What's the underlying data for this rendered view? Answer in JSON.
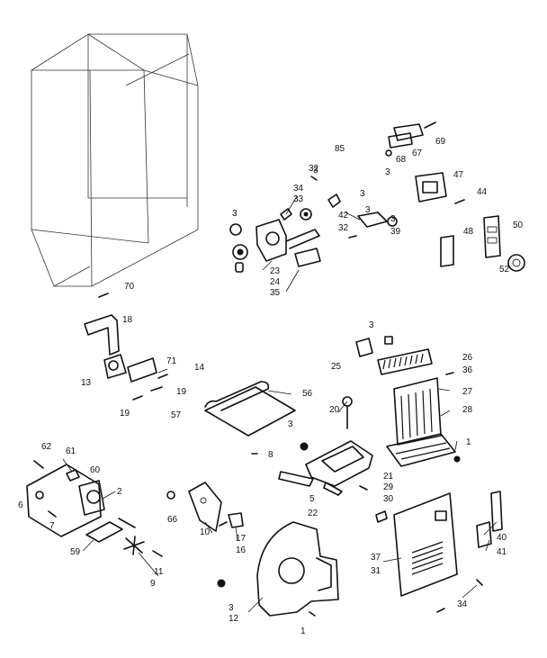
{
  "labels": [
    "85",
    "32",
    "34",
    "33",
    "3",
    "42",
    "32",
    "39",
    "3",
    "23",
    "24",
    "35",
    "69",
    "67",
    "68",
    "3",
    "47",
    "44",
    "50",
    "48",
    "52",
    "70",
    "18",
    "71",
    "14",
    "13",
    "19",
    "19",
    "57",
    "56",
    "3",
    "25",
    "26",
    "36",
    "27",
    "28",
    "1",
    "20",
    "3",
    "8",
    "21",
    "29",
    "30",
    "22",
    "5",
    "62",
    "61",
    "60",
    "2",
    "6",
    "7",
    "59",
    "11",
    "9",
    "66",
    "10",
    "17",
    "16",
    "40",
    "41",
    "37",
    "31",
    "34",
    "3",
    "12",
    "1",
    "3",
    "3",
    "3"
  ]
}
